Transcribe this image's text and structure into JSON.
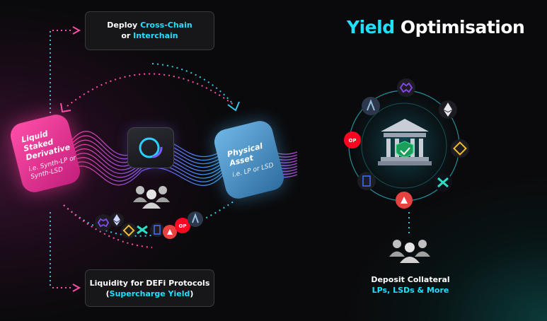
{
  "title": {
    "accent": "Yield",
    "rest": "Optimisation"
  },
  "top_box": {
    "line1_prefix": "Deploy ",
    "line1_accent": "Cross-Chain",
    "line2_prefix": "or ",
    "line2_accent": "Interchain"
  },
  "bottom_box": {
    "line1": "Liquidity for DEFi Protocols",
    "line2_open": "(",
    "line2_accent": "Supercharge Yield",
    "line2_close": ")"
  },
  "pink_card": {
    "heading": "Liquid Staked Derivative",
    "sub": "i.e. Synth-LP or Synth-LSD"
  },
  "blue_card": {
    "heading": "Physical Asset",
    "sub": "i.e. LP or LSD"
  },
  "deposit": {
    "line1": "Deposit Collateral",
    "line2": "LPs, LSDs & More"
  },
  "token_badges": {
    "optimism": "OP"
  },
  "colors": {
    "cyan": "#1ee0ff",
    "pink": "#ff4fa8",
    "blue": "#4a90c6"
  },
  "icons": [
    "polygon-icon",
    "ethereum-icon",
    "bnb-icon",
    "near-icon",
    "avalanche-icon",
    "arbitrum-icon",
    "optimism-icon",
    "fantom-icon",
    "bank-vault-icon",
    "shield-check-icon",
    "users-icon"
  ]
}
